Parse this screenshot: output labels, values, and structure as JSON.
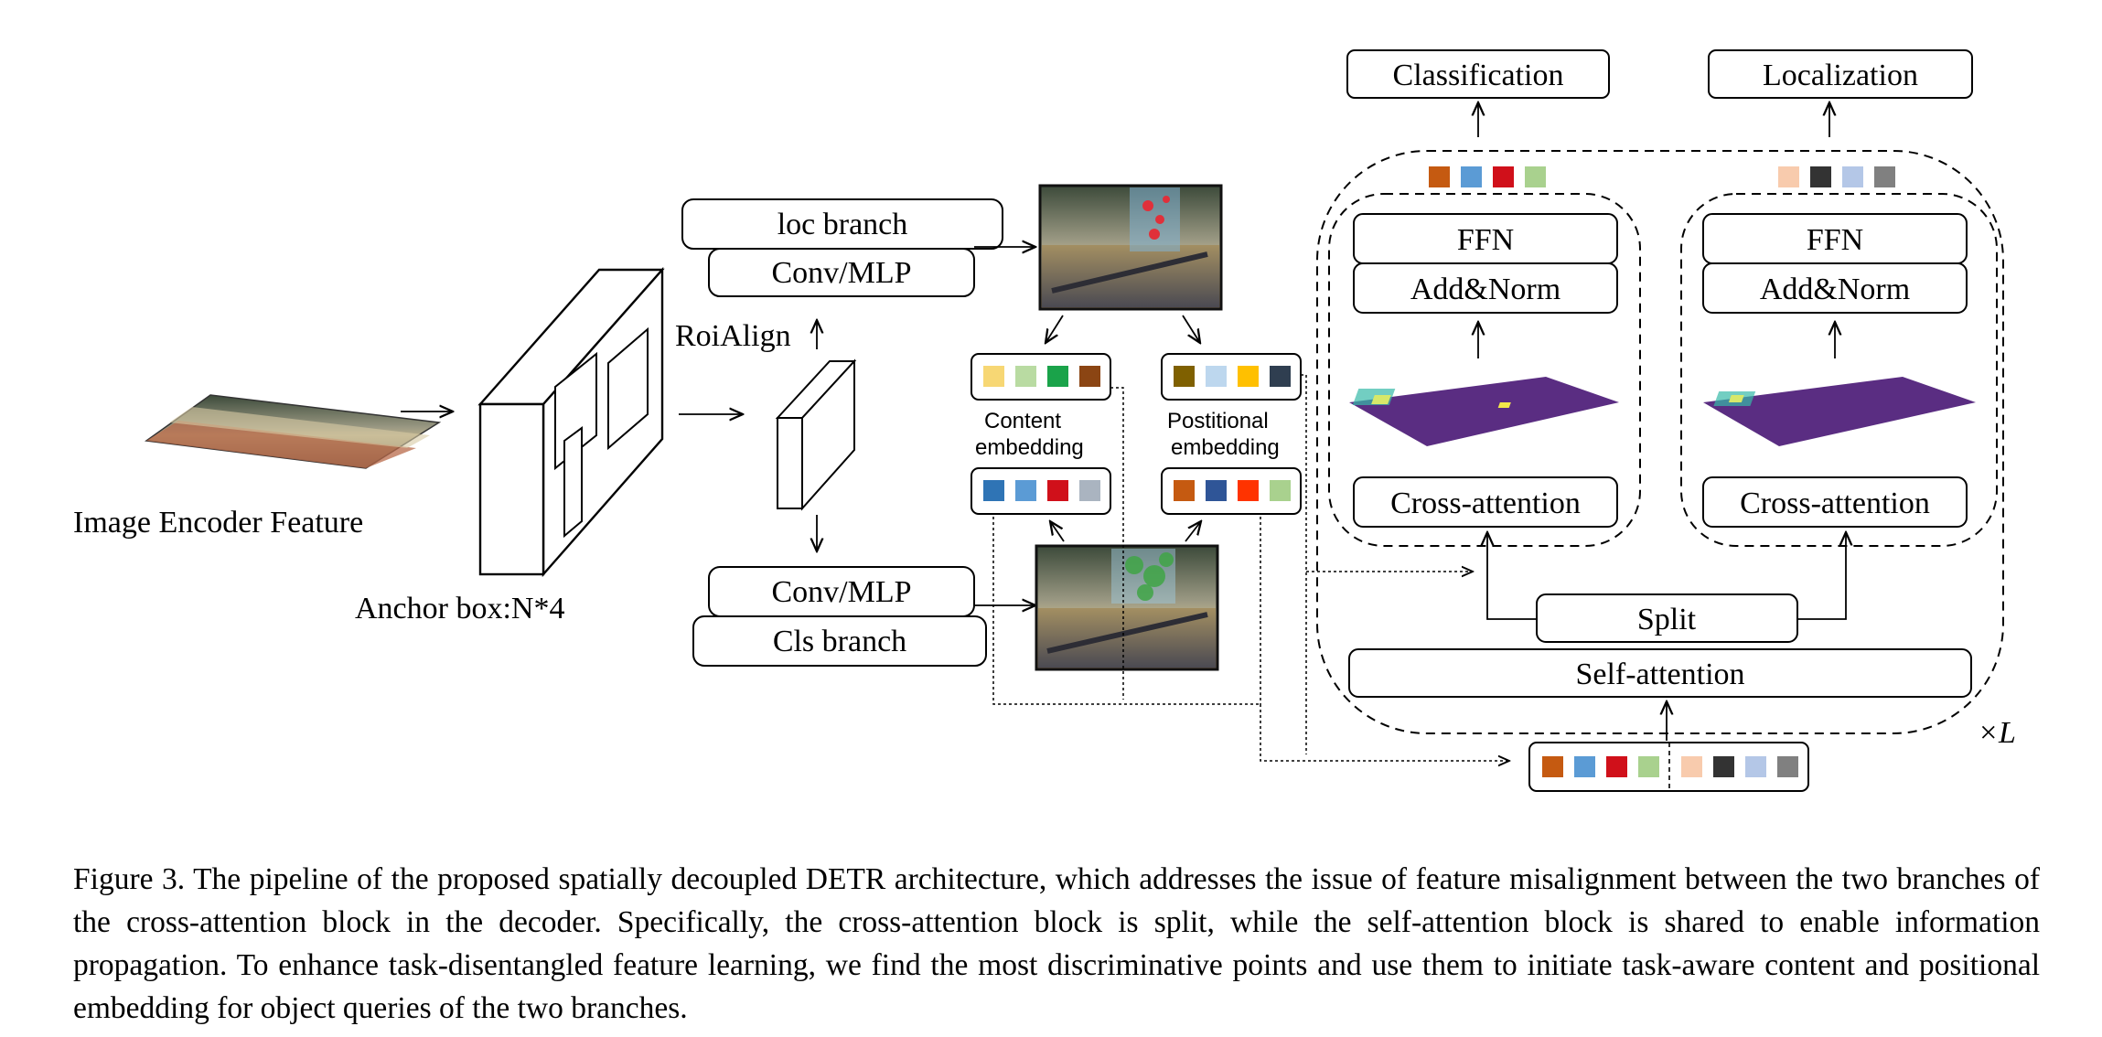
{
  "labels": {
    "image_encoder_feature": "Image Encoder Feature",
    "anchor_box": "Anchor box:N*4",
    "roialign": "RoiAlign",
    "loc_branch": "loc branch",
    "conv_mlp_top": "Conv/MLP",
    "conv_mlp_bottom": "Conv/MLP",
    "cls_branch": "Cls branch",
    "content_embedding_line1": "Content",
    "content_embedding_line2": "embedding",
    "positional_embedding_line1": "Postitional",
    "positional_embedding_line2": "embedding",
    "classification": "Classification",
    "localization": "Localization",
    "ffn_left": "FFN",
    "ffn_right": "FFN",
    "addnorm_left": "Add&Norm",
    "addnorm_right": "Add&Norm",
    "cross_attention_left": "Cross-attention",
    "cross_attention_right": "Cross-attention",
    "split": "Split",
    "self_attention": "Self-attention",
    "repeat": "×L"
  },
  "swatches": {
    "content_top": [
      "#f7d774",
      "#b9dba2",
      "#1aa34a",
      "#8b4513"
    ],
    "content_bottom": [
      "#2f74b5",
      "#5b9bd5",
      "#d0101a",
      "#aab4c0"
    ],
    "positional_top": [
      "#7f6000",
      "#bdd7ee",
      "#ffc000",
      "#2f3e50"
    ],
    "positional_bottom": [
      "#c55a11",
      "#2f5597",
      "#ff3300",
      "#a9d18e"
    ],
    "classification_query": [
      "#c55a11",
      "#5b9bd5",
      "#d0101a",
      "#a9d18e"
    ],
    "localization_query": [
      "#f8cbad",
      "#333333",
      "#b4c7e7",
      "#808080"
    ],
    "combined_query_left": [
      "#c55a11",
      "#5b9bd5",
      "#d0101a",
      "#a9d18e"
    ],
    "combined_query_right": [
      "#f8cbad",
      "#333333",
      "#b4c7e7",
      "#808080"
    ]
  },
  "caption": "Figure 3.  The pipeline of the proposed spatially decoupled DETR architecture, which addresses the issue of feature misalignment between the two branches of the cross-attention block in the decoder. Specifically, the cross-attention block is split, while the self-attention block is shared to enable information propagation. To enhance task-disentangled feature learning, we find the most discriminative points and use them to initiate task-aware content and positional embedding for object queries of the two branches."
}
